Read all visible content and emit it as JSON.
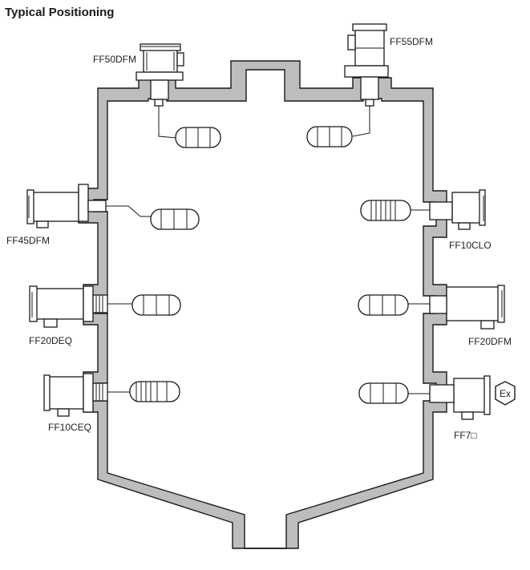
{
  "title": "Typical Positioning",
  "labels": {
    "ff50dfm": "FF50DFM",
    "ff55dfm": "FF55DFM",
    "ff45dfm": "FF45DFM",
    "ff10clo": "FF10CLO",
    "ff20deq": "FF20DEQ",
    "ff20dfm": "FF20DFM",
    "ff10ceq": "FF10CEQ",
    "ff7": "FF7□",
    "ex": "Ex"
  },
  "colors": {
    "wall": "#bdbdbd",
    "line": "#1a1a1a"
  }
}
